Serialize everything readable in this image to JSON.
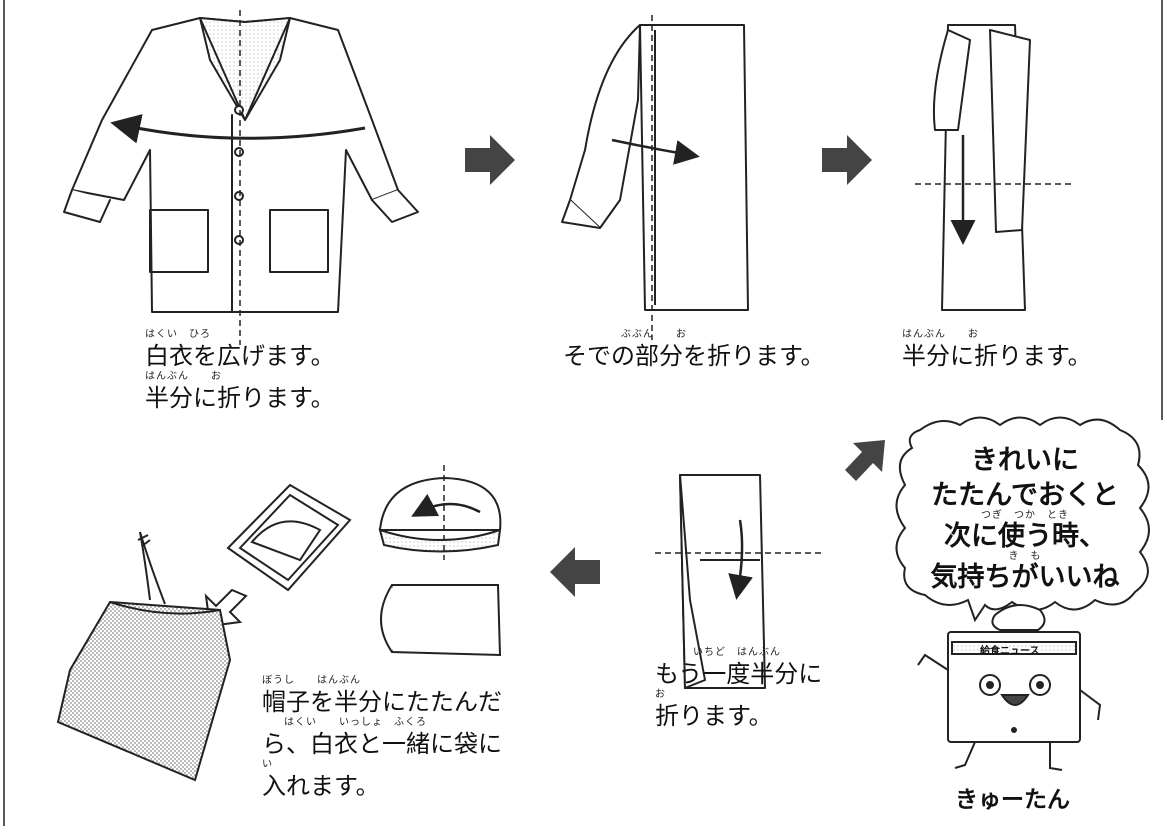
{
  "steps": {
    "step1": {
      "ruby1": "はくい　ひろ",
      "line1": "白衣を広げます。",
      "ruby2": "はんぶん　　お",
      "line2": "半分に折ります。"
    },
    "step2": {
      "ruby1": "ぶぶん　　お",
      "line1": "そでの部分を折ります。"
    },
    "step3": {
      "ruby1": "はんぶん　　お",
      "line1": "半分に折ります。"
    },
    "step4": {
      "ruby1": "いちど　はんぶん",
      "line1": "もう一度半分に",
      "ruby2": "お",
      "line2": "折ります。"
    },
    "step5": {
      "ruby1": "ぼうし　　はんぶん",
      "line1": "帽子を半分にたたんだ",
      "ruby2": "はくい　　いっしょ　ふくろ",
      "line2": "ら、白衣と一緒に袋に",
      "ruby3": "い",
      "line3": "入れます。"
    }
  },
  "bubble": {
    "line1": "きれいに",
    "line2": "たたんでおくと",
    "ruby3": "つぎ　つか　とき",
    "line3": "次に使う時、",
    "ruby4": "き　も",
    "line4": "気持ちがいいね"
  },
  "mascot": {
    "name": "きゅーたん",
    "newspaper_title": "給食ニュース"
  },
  "icons": [
    "arrow-right-icon",
    "arrow-left-icon",
    "arrow-down-left-icon",
    "outline-arrow-icon"
  ],
  "colors": {
    "ink": "#111111",
    "arrow": "#444444",
    "dots": "#9a9a9a"
  }
}
